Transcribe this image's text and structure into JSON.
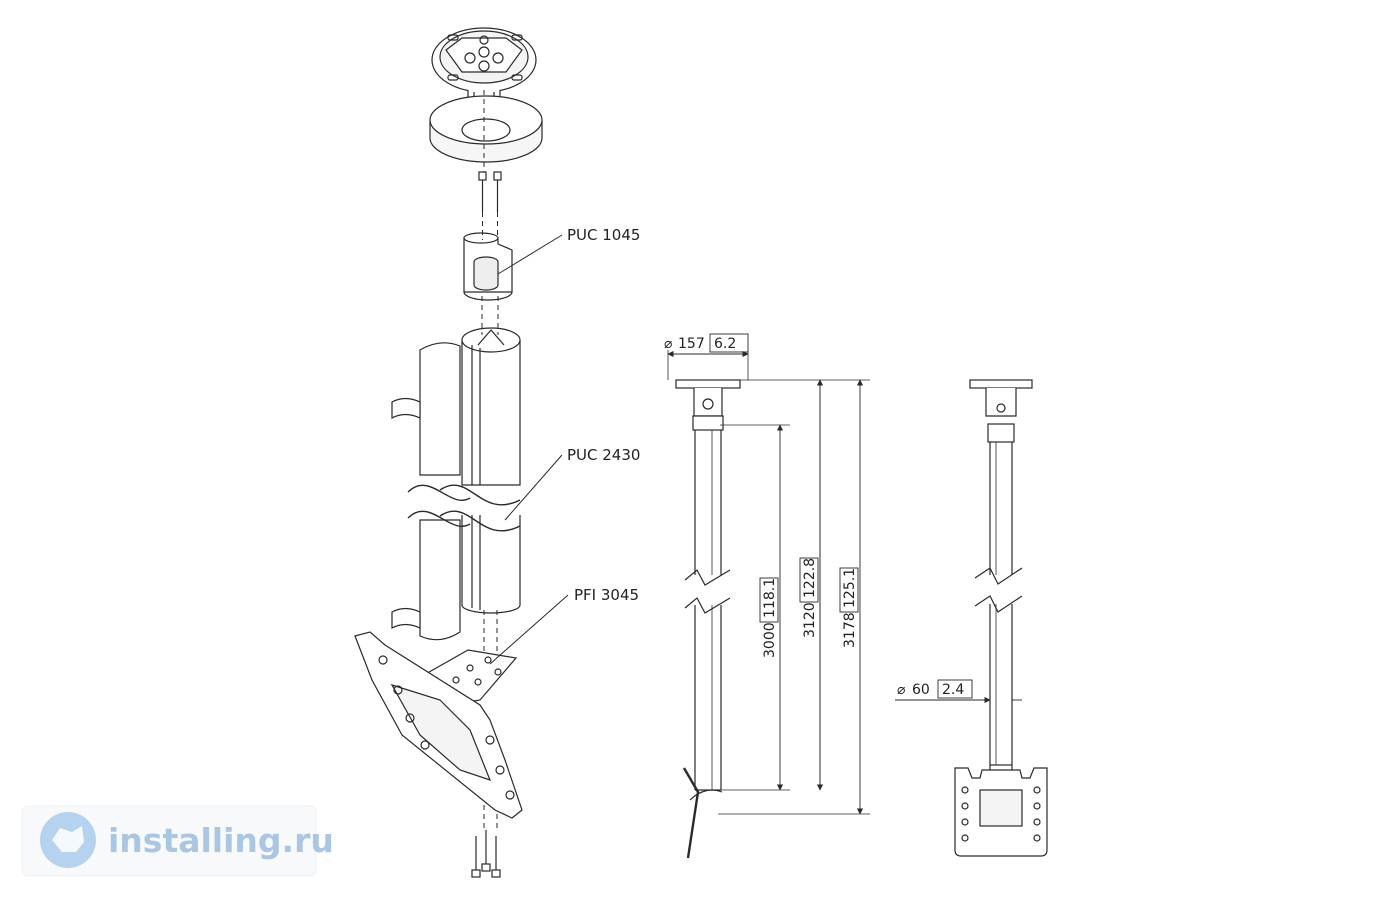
{
  "labels": {
    "puc1045": "PUC 1045",
    "puc2430": "PUC 2430",
    "pfi3045": "PFI 3045"
  },
  "dimensions": {
    "top_diameter": {
      "symbol": "⌀",
      "mm": "157",
      "inch": "6.2"
    },
    "pole_diameter": {
      "symbol": "⌀",
      "mm": "60",
      "inch": "2.4"
    },
    "length_tube": {
      "mm": "3000",
      "inch": "118.1"
    },
    "length_middle": {
      "mm": "3120",
      "inch": "122.8"
    },
    "length_total": {
      "mm": "3178",
      "inch": "125.1"
    }
  },
  "watermark": {
    "text": "installing.ru"
  },
  "colors": {
    "line": "#2a2a2a",
    "watermark_text": "#a9c6e3",
    "watermark_bg": "#f7f9fb",
    "watermark_logo": "#b5d3ee"
  }
}
